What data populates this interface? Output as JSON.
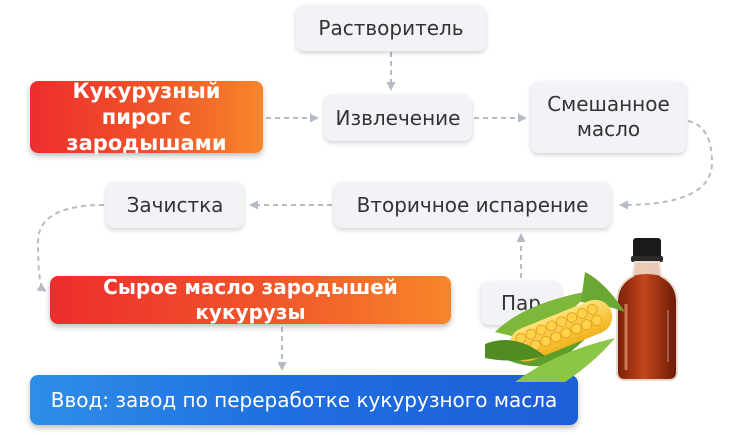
{
  "diagram": {
    "solvent": "Растворитель",
    "extraction": "Извлечение",
    "mixed_oil": "Смешанное масло",
    "cake": "Кукурузный пирог с зародышами",
    "refining": "Зачистка",
    "evaporation": "Вторичное испарение",
    "crude_oil": "Сырое масло зародышей кукурузы",
    "steam": "Пар",
    "input": "Ввод: завод по переработке кукурузного масла"
  },
  "colors": {
    "arrow": "#b5bbc4",
    "box_grey": "#f1f3f6",
    "gradient_red": "#ee2d2d",
    "gradient_orange": "#f7862a",
    "gradient_blue": "#1f6fe0"
  },
  "illustration": {
    "icons": [
      "corn-icon",
      "oil-bottle-icon"
    ]
  }
}
